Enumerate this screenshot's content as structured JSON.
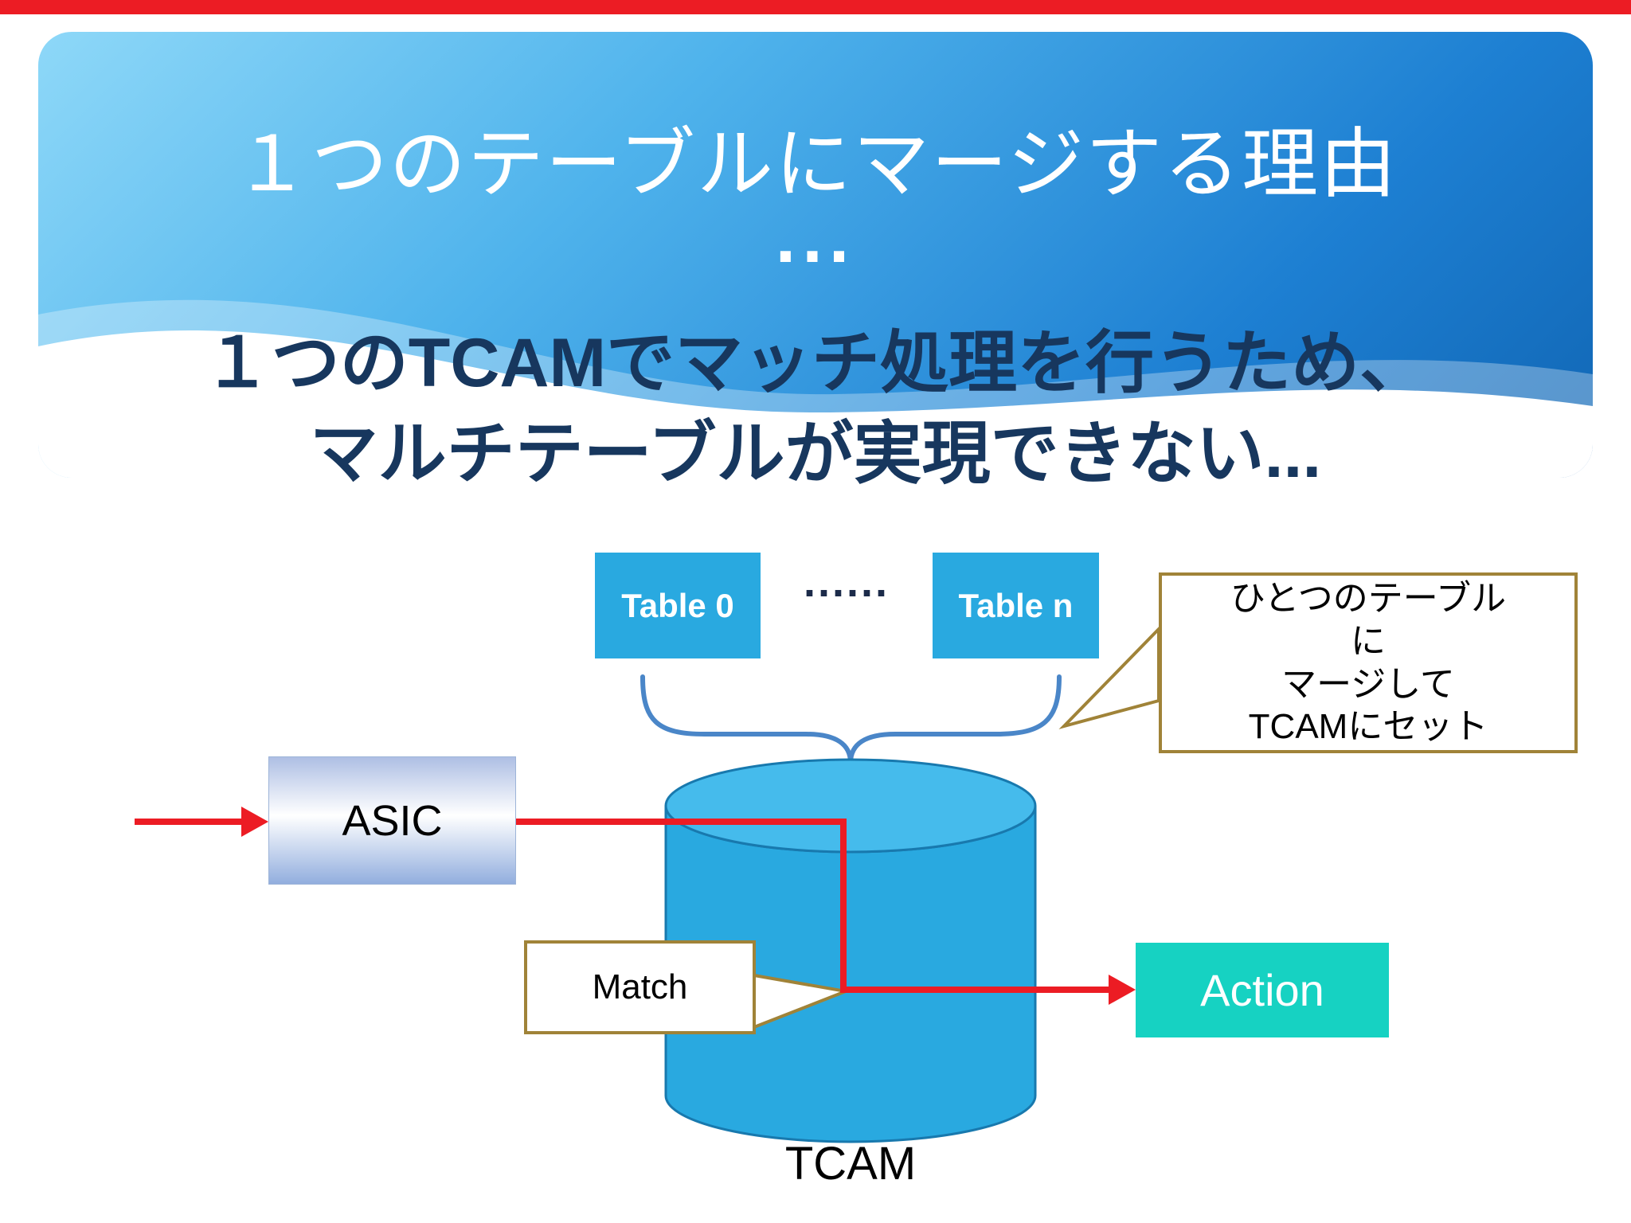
{
  "slide": {
    "title": "１つのテーブルにマージする理由",
    "ellipsis": "...",
    "subtitle_line1": "１つのTCAMでマッチ処理を行うため、",
    "subtitle_line2": "マルチテーブルが実現できない..."
  },
  "diagram": {
    "table0_label": "Table 0",
    "between_dots": "......",
    "tablen_label": "Table n",
    "callout_lines": [
      "ひとつのテーブル",
      "に",
      "マージして",
      "TCAMにセット"
    ],
    "asic_label": "ASIC",
    "match_label": "Match",
    "action_label": "Action",
    "tcam_label": "TCAM"
  },
  "colors": {
    "top_bar_red": "#ec1c24",
    "header_blue_top": "#8ed8f8",
    "header_blue_bottom": "#1166b4",
    "subtitle_navy": "#17375e",
    "table_box_blue": "#29a9e0",
    "cylinder_blue": "#29a9e0",
    "brace_blue": "#4a86c8",
    "callout_border_gold": "#a08338",
    "action_teal": "#16d2c2",
    "arrow_red": "#ec1c24"
  }
}
